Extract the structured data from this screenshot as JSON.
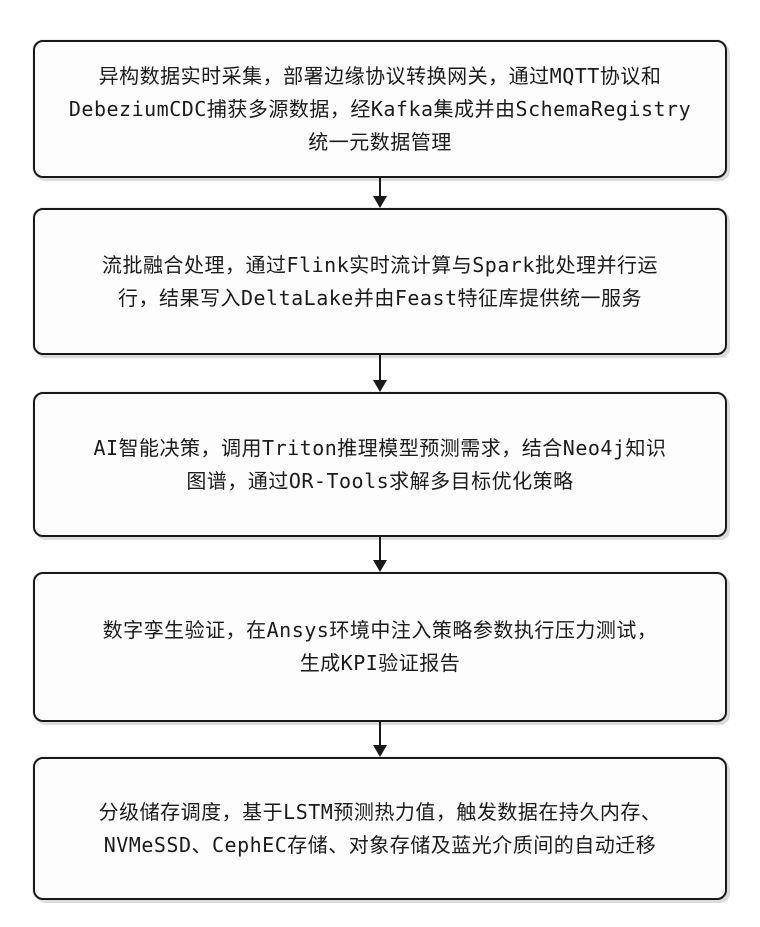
{
  "flowchart": {
    "colors": {
      "border": "#191919",
      "text": "#1b1b1b",
      "background": "#ffffff"
    },
    "steps": [
      {
        "lines": [
          "异构数据实时采集，部署边缘协议转换网关，通过MQTT协议和",
          "DebeziumCDC捕获多源数据，经Kafka集成并由SchemaRegistry",
          "统一元数据管理"
        ]
      },
      {
        "lines": [
          "流批融合处理，通过Flink实时流计算与Spark批处理并行运",
          "行，结果写入DeltaLake并由Feast特征库提供统一服务"
        ]
      },
      {
        "lines": [
          "AI智能决策，调用Triton推理模型预测需求，结合Neo4j知识",
          "图谱，通过OR-Tools求解多目标优化策略"
        ]
      },
      {
        "lines": [
          "数字孪生验证，在Ansys环境中注入策略参数执行压力测试，",
          "生成KPI验证报告"
        ]
      },
      {
        "lines": [
          "分级储存调度，基于LSTM预测热力值，触发数据在持久内存、",
          "NVMeSSD、CephEC存储、对象存储及蓝光介质间的自动迁移"
        ]
      }
    ]
  }
}
